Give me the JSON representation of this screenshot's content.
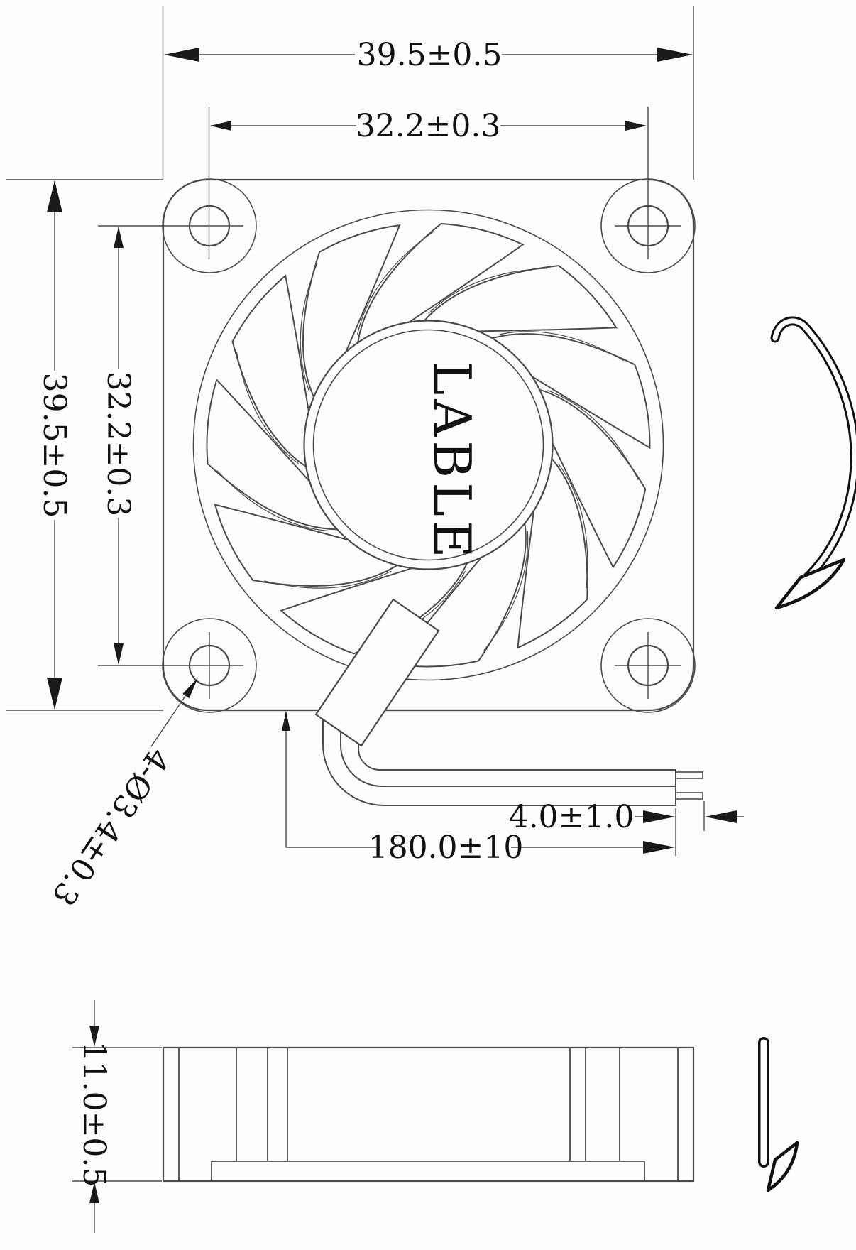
{
  "drawing": {
    "type": "fan engineering drawing",
    "hub_label": "LABLE",
    "top_view": {
      "dim_frame_width": "39.5±0.5",
      "dim_hole_spacing_horizontal": "32.2±0.3",
      "dim_frame_height": "39.5±0.5",
      "dim_hole_spacing_vertical": "32.2±0.3",
      "dim_mounting_holes": "4-Ø3.4±0.3",
      "dim_wire_length": "180.0±10",
      "dim_strip_length": "4.0±1.0"
    },
    "side_view": {
      "dim_thickness": "11.0±0.5"
    },
    "icons": {
      "rotation_arrow_top": "rotation-direction-arrow",
      "rotation_arrow_side": "airflow-direction-arrow"
    },
    "colors": {
      "line": "#4a4a4a",
      "text": "#111111",
      "arrow_fill": "#1a1a1a",
      "background": "#fdfdfd"
    }
  }
}
